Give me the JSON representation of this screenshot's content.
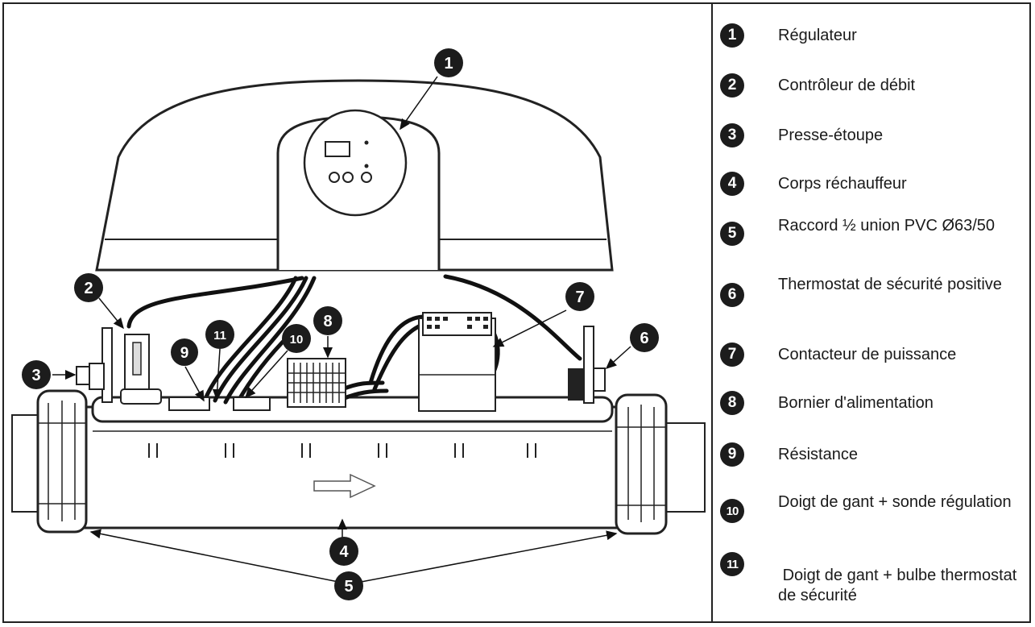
{
  "callouts": [
    "1",
    "2",
    "3",
    "4",
    "5",
    "6",
    "7",
    "8",
    "9",
    "10",
    "11"
  ],
  "legend": [
    {
      "num": "1",
      "text": "Régulateur"
    },
    {
      "num": "2",
      "text": "Contrôleur de débit"
    },
    {
      "num": "3",
      "text": "Presse-étoupe"
    },
    {
      "num": "4",
      "text": "Corps réchauffeur"
    },
    {
      "num": "5",
      "text": "Raccord ½ union PVC Ø63/50"
    },
    {
      "num": "6",
      "text": "Thermostat de sécurité positive"
    },
    {
      "num": "7",
      "text": "Contacteur de puissance"
    },
    {
      "num": "8",
      "text": "Bornier d'alimentation"
    },
    {
      "num": "9",
      "text": "Résistance"
    },
    {
      "num": "10",
      "text": "Doigt de gant + sonde régulation"
    },
    {
      "num": "11",
      "text": " Doigt de gant + bulbe thermostat de sécurité"
    }
  ]
}
